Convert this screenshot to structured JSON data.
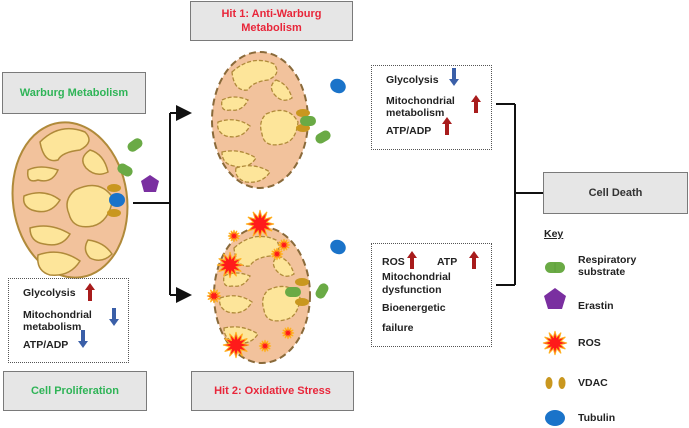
{
  "labels": {
    "warburg": "Warburg Metabolism",
    "hit1_line1": "Hit 1: Anti-Warburg",
    "hit1_line2": "Metabolism",
    "hit2": "Hit 2: Oxidative Stress",
    "proliferation": "Cell Proliferation",
    "cell_death": "Cell Death"
  },
  "warburg_box": {
    "glycolysis": "Glycolysis",
    "glycolysis_trend": "up",
    "mito_line1": "Mitochondrial",
    "mito_line2": "metabolism",
    "mito_trend": "down",
    "atp": "ATP/ADP",
    "atp_trend": "down"
  },
  "hit1_box": {
    "glycolysis": "Glycolysis",
    "glycolysis_trend": "down",
    "mito_line1": "Mitochondrial",
    "mito_line2": "metabolism",
    "mito_trend": "up",
    "atp": "ATP/ADP",
    "atp_trend": "up"
  },
  "hit2_box": {
    "ros": "ROS",
    "ros_trend": "up",
    "atp": "ATP",
    "atp_trend": "up",
    "dys_line1": "Mitochondrial",
    "dys_line2": "dysfunction",
    "fail_line1": "Bioenergetic",
    "fail_line2": "failure"
  },
  "key": {
    "title": "Key",
    "items": [
      {
        "icon": "respiratory-substrate-icon",
        "label_line1": "Respiratory",
        "label_line2": "substrate"
      },
      {
        "icon": "erastin-icon",
        "label_line1": "Erastin",
        "label_line2": ""
      },
      {
        "icon": "ros-icon",
        "label_line1": "ROS",
        "label_line2": ""
      },
      {
        "icon": "vdac-icon",
        "label_line1": "VDAC",
        "label_line2": ""
      },
      {
        "icon": "tubulin-icon",
        "label_line1": "Tubulin",
        "label_line2": ""
      }
    ]
  },
  "colors": {
    "green_text": "#2fb457",
    "red_text": "#e8263a",
    "up_arrow": "#a81c1c",
    "down_arrow": "#3a5fa8",
    "mito_outer": "#f2c29c",
    "mito_inner": "#fde59a",
    "mito_stroke": "#b08a3a",
    "substrate": "#6aaa45",
    "erastin": "#7a2fa0",
    "ros": "#ff1a1a",
    "vdac": "#c9971f",
    "tubulin": "#1a73c9"
  }
}
